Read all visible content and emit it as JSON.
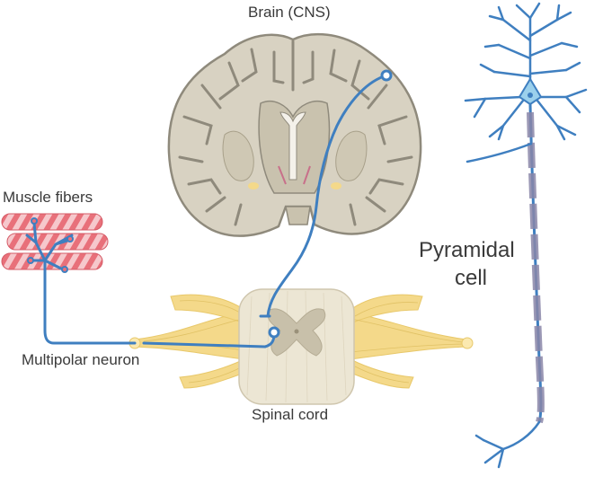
{
  "labels": {
    "brain": "Brain (CNS)",
    "muscle_fibers": "Muscle fibers",
    "multipolar_neuron": "Multipolar neuron",
    "spinal_cord": "Spinal cord",
    "pyramidal_line1": "Pyramidal",
    "pyramidal_line2": "cell"
  },
  "colors": {
    "neuron_blue": "#3f7fc0",
    "brain_outline": "#8f8a7c",
    "brain_fill": "#d8d2c2",
    "nerve_yellow": "#f4d98a",
    "muscle_red": "#e8707a",
    "myelin_gray": "#8a86a8",
    "label_text": "#3a3a3a"
  }
}
